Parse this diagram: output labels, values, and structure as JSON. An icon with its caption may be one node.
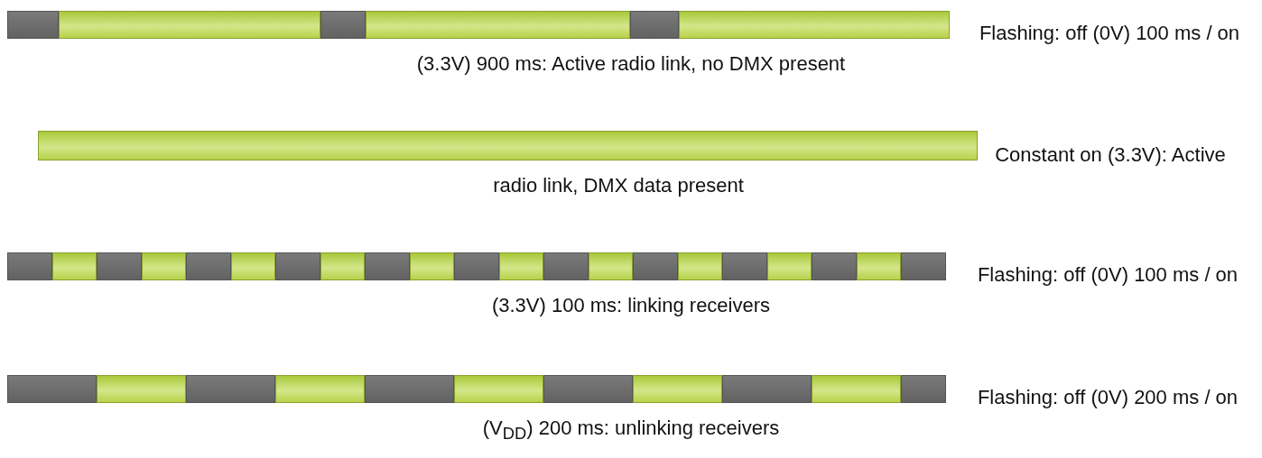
{
  "diagram": {
    "nodes": [
      {
        "text": [],
        "shape": "bar",
        "beside": [
          "Flashing: off (0V) 100 ms / on (3.3V) 900 ms: Active radio link, no DMX present"
        ]
      },
      {
        "text": [],
        "shape": "bar",
        "beside": [
          "Constant on (3.3V): Active radio link, DMX data present"
        ]
      },
      {
        "text": [],
        "shape": "bar",
        "beside": [
          "Flashing: off (0V) 100 ms / on (3.3V) 100 ms: linking receivers"
        ]
      },
      {
        "text": [],
        "shape": "bar",
        "beside": [
          "Flashing: off (0V) 200 ms / on (V$_{DD}$) 200 ms: unlinking receivers"
        ]
      }
    ],
    "edges": []
  }
}
